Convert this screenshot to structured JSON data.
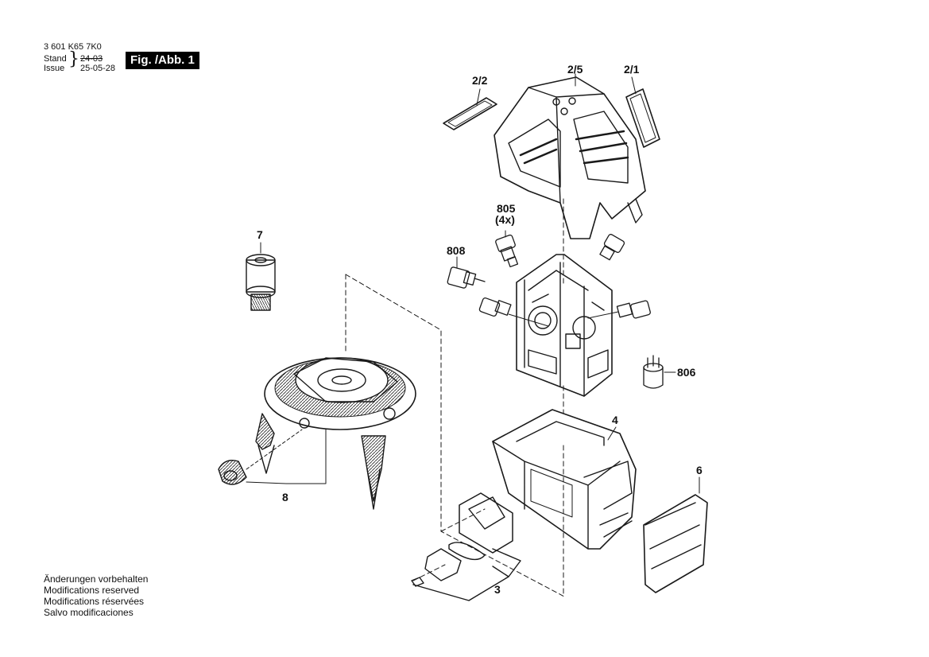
{
  "header": {
    "part_number": "3 601 K65 7K0",
    "stand_label": "Stand",
    "stand_value": "24-03",
    "issue_label": "Issue",
    "issue_value": "25-05-28",
    "figure_label": "Fig. /Abb. 1"
  },
  "callouts": {
    "c2_2": "2/2",
    "c2_5": "2/5",
    "c2_1": "2/1",
    "c805": "805",
    "c805_qty": "(4x)",
    "c808": "808",
    "c7": "7",
    "c806": "806",
    "c4": "4",
    "c6": "6",
    "c8": "8",
    "c3": "3"
  },
  "footer": {
    "lines": [
      "Änderungen vorbehalten",
      "Modifications reserved",
      "Modifications réservées",
      "Salvo modificaciones"
    ]
  }
}
